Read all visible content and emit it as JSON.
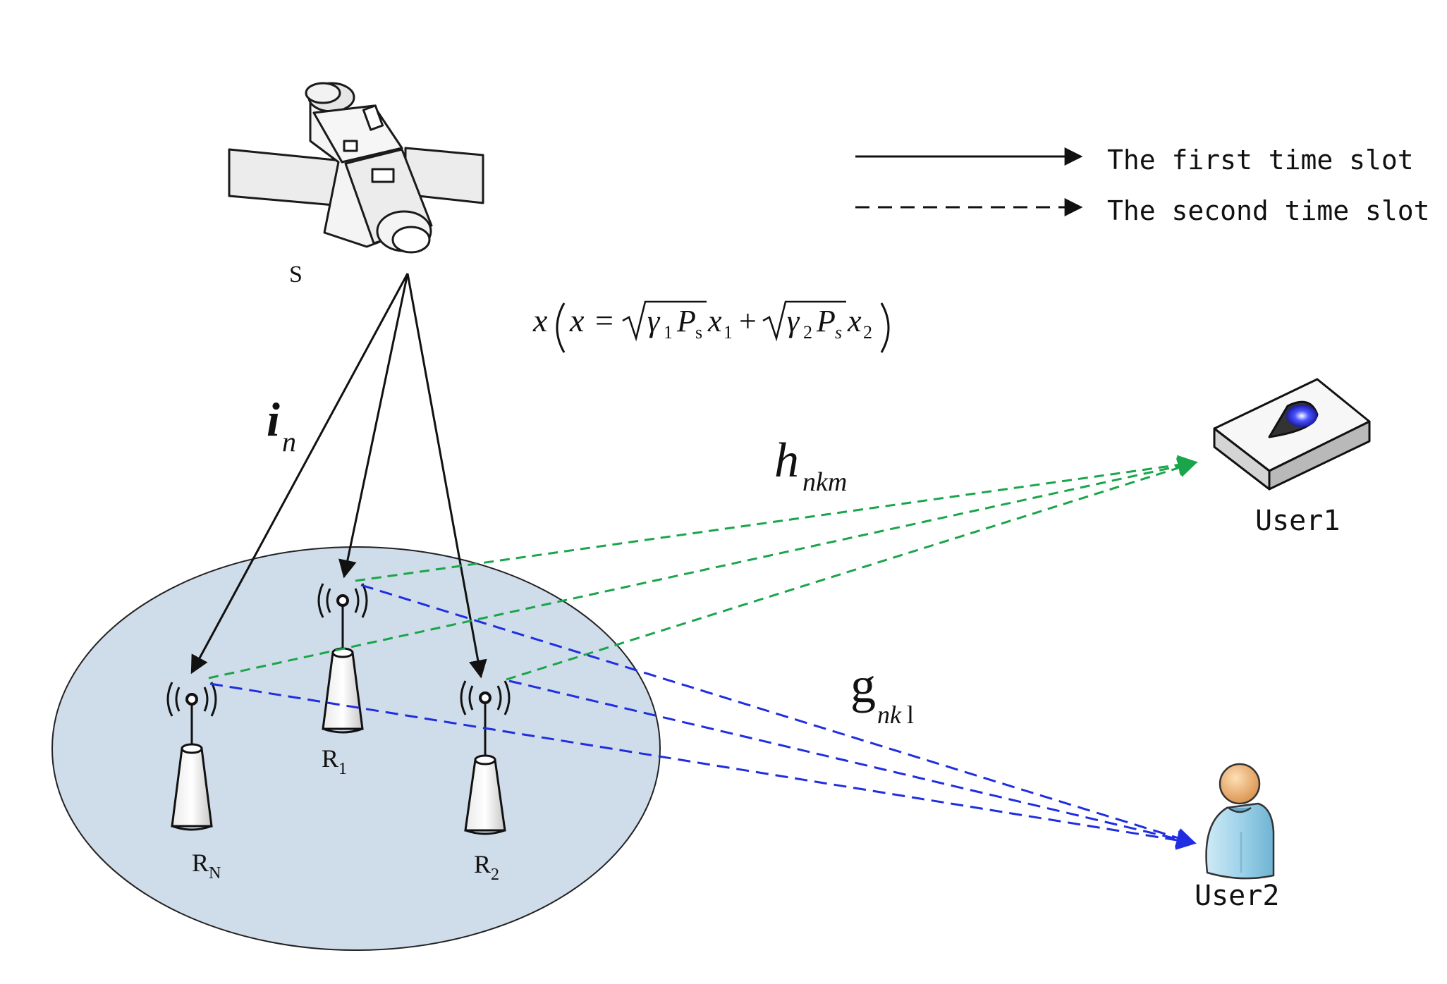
{
  "nodes": {
    "satellite": "S",
    "relay_1_base": "R",
    "relay_1_sub": "1",
    "relay_2_base": "R",
    "relay_2_sub": "2",
    "relay_n_base": "R",
    "relay_n_sub": "N",
    "user1": "User1",
    "user2": "User2"
  },
  "legend": {
    "solid": "The first time slot",
    "dashed": "The second time slot"
  },
  "labels": {
    "i_base": "i",
    "i_sub": "n",
    "h_base": "h",
    "h_sub": "nkm",
    "g_base": "g",
    "g_sub": "nk",
    "g_sub2": "l"
  },
  "formula": {
    "x": "x",
    "x_inner": "x",
    "eq": "=",
    "gamma1": "γ",
    "g1_sub": "1",
    "P1": "P",
    "P1_sub": "s",
    "x1": "x",
    "x1_sub": "1",
    "plus": "+",
    "gamma2": "γ",
    "g2_sub": "2",
    "P2": "P",
    "P2_sub": "s",
    "x2": "x",
    "x2_sub": "2"
  },
  "colors": {
    "green_link": "#1aa54a",
    "blue_link": "#1f2ee0",
    "cell": "#cfdce9"
  }
}
